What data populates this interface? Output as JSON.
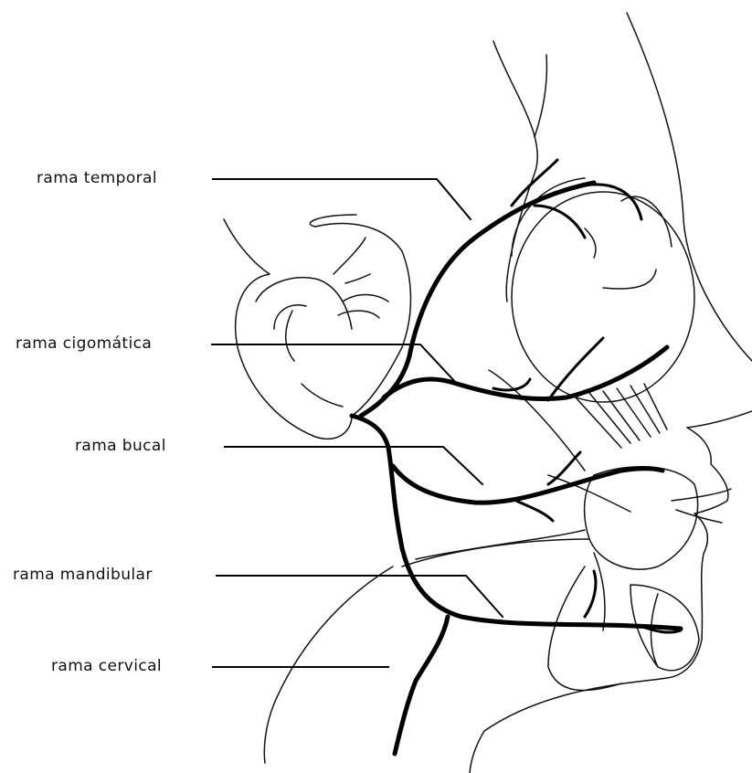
{
  "labels": {
    "temporal": "rama temporal",
    "cigomatica": "rama cigomática",
    "bucal": "rama bucal",
    "mandibular": "rama mandibular",
    "cervical": "rama cervical"
  },
  "colors": {
    "ink": "#000000",
    "background": "#ffffff"
  }
}
